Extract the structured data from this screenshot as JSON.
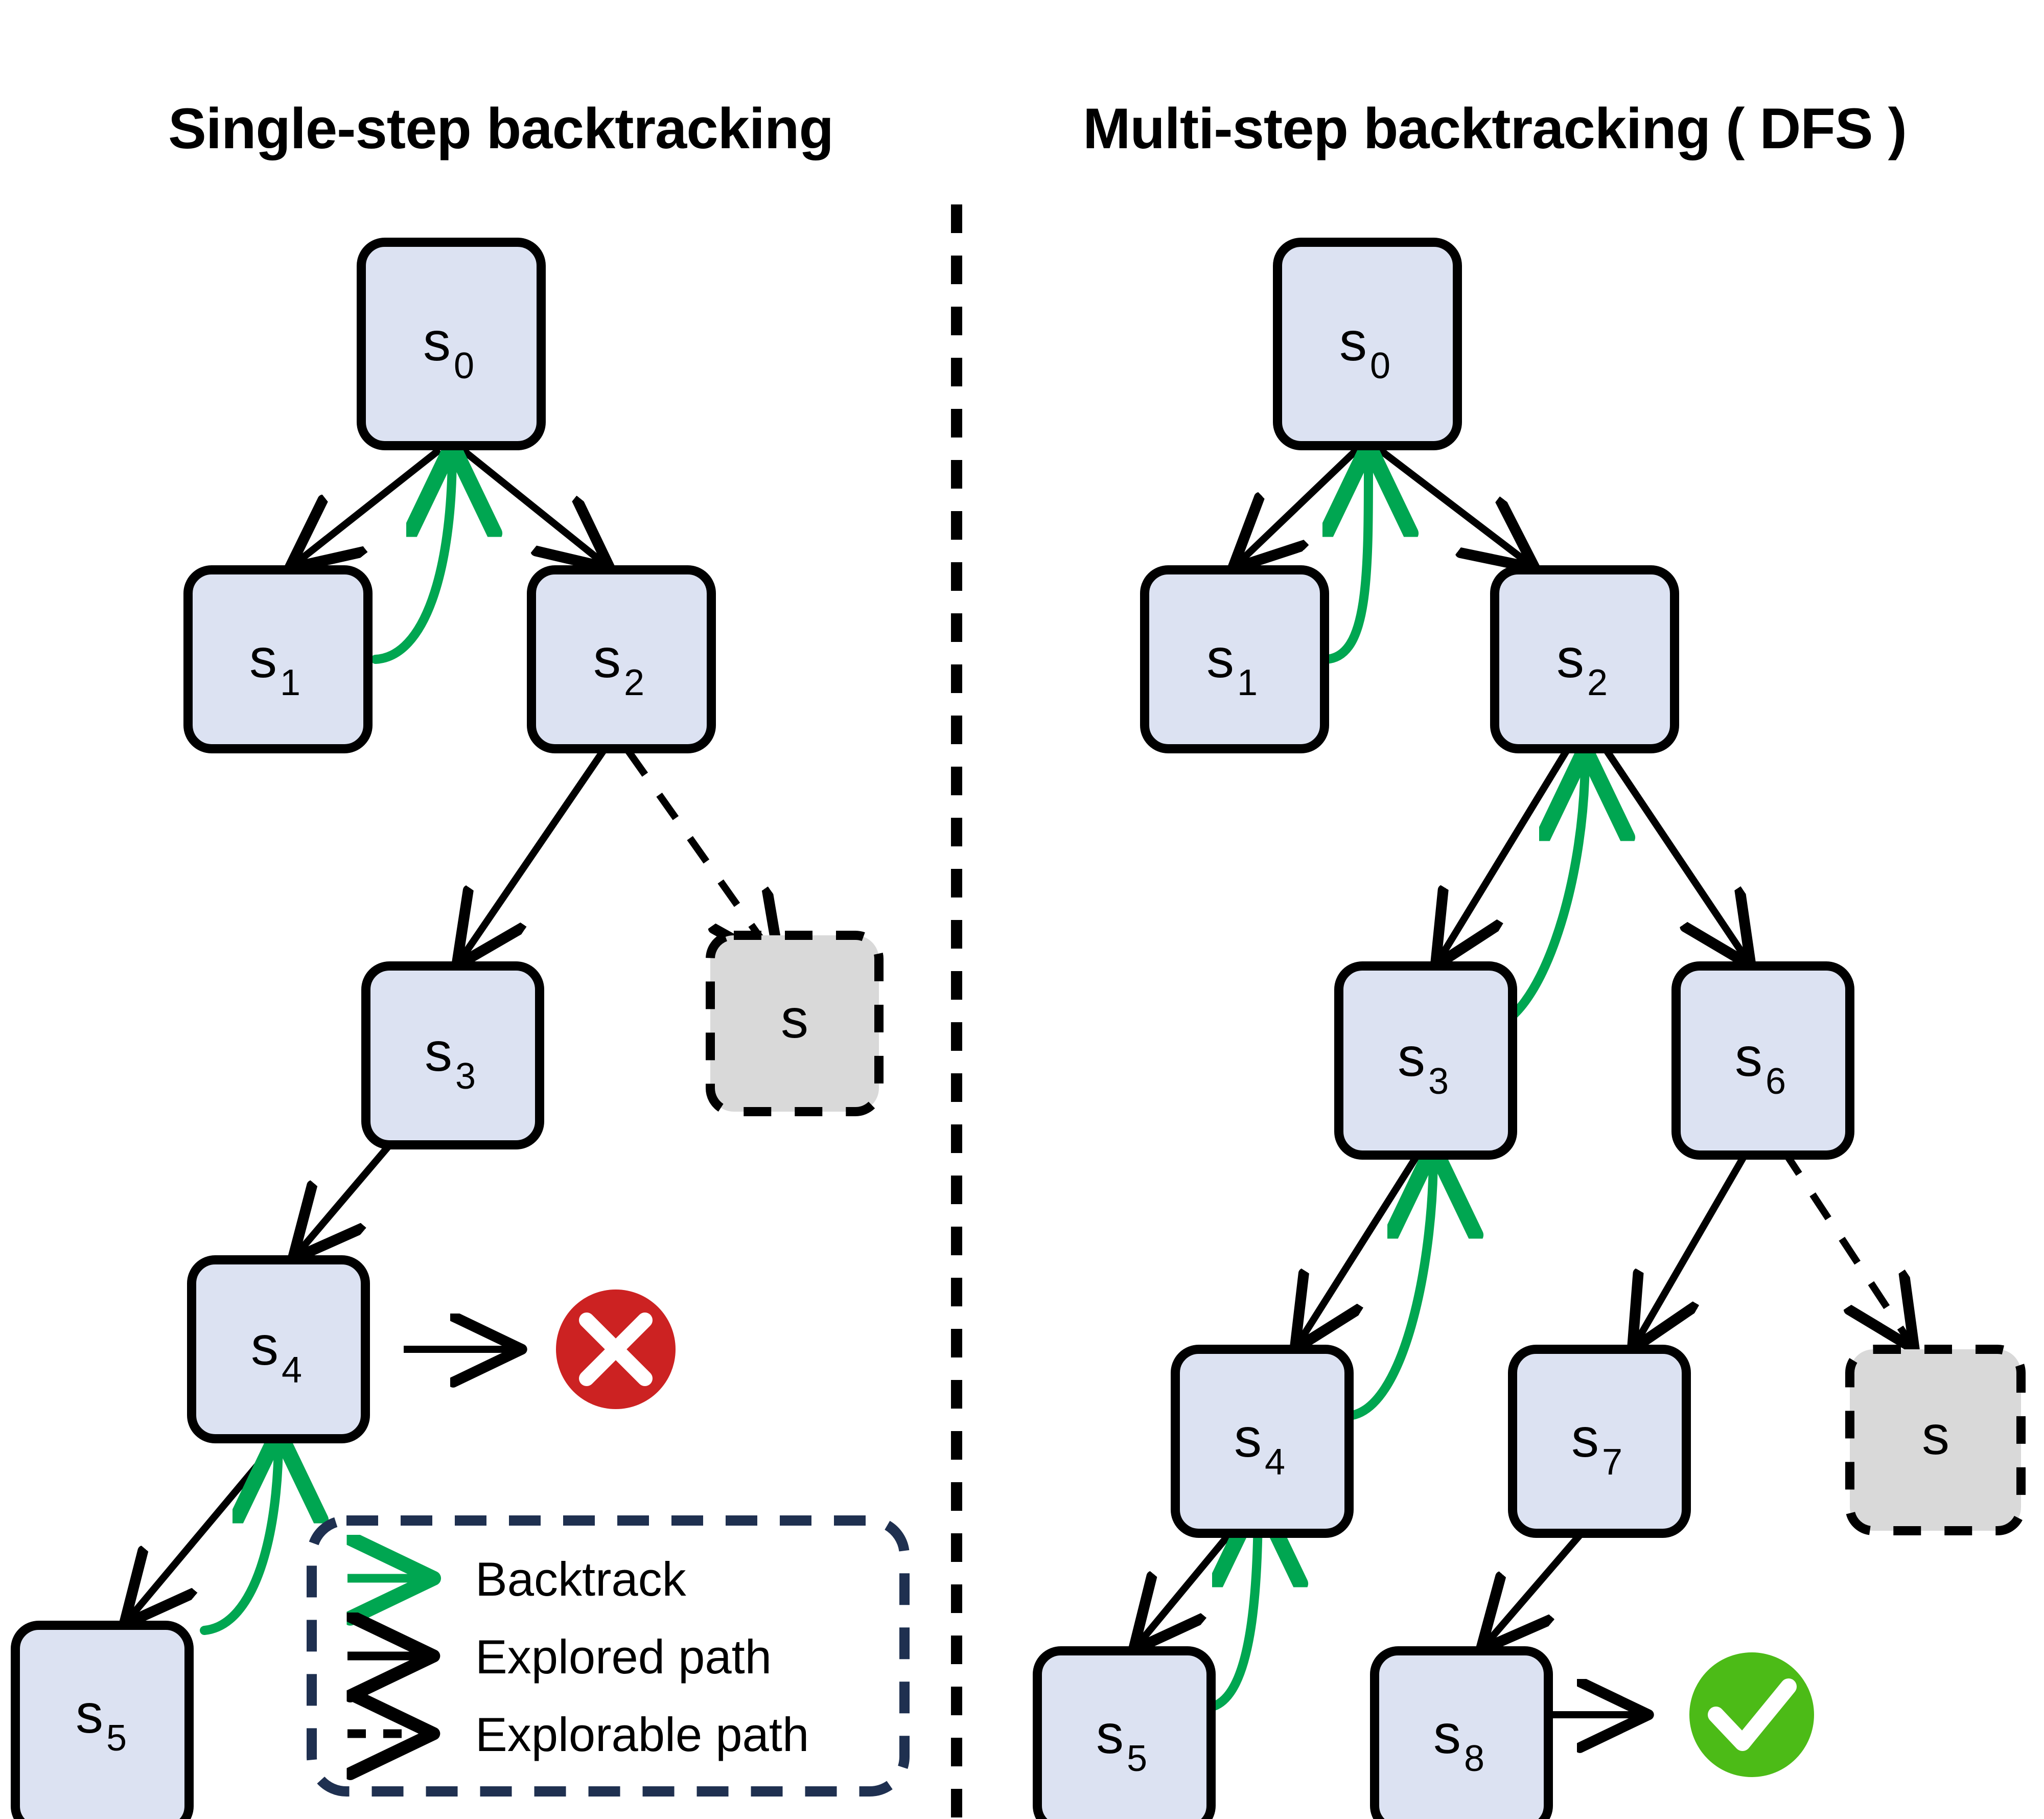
{
  "panels": [
    {
      "id": "single-step",
      "title": "Single-step backtracking",
      "nodes": [
        {
          "id": "s0",
          "base": "s",
          "sub": "0",
          "kind": "explored"
        },
        {
          "id": "s1",
          "base": "s",
          "sub": "1",
          "kind": "explored"
        },
        {
          "id": "s2",
          "base": "s",
          "sub": "2",
          "kind": "explored"
        },
        {
          "id": "s3",
          "base": "s",
          "sub": "3",
          "kind": "explored"
        },
        {
          "id": "s4",
          "base": "s",
          "sub": "4",
          "kind": "explored"
        },
        {
          "id": "s5",
          "base": "s",
          "sub": "5",
          "kind": "explored"
        },
        {
          "id": "sx",
          "base": "s",
          "sub": "",
          "kind": "explorable"
        }
      ],
      "edges": [
        {
          "from": "s0",
          "to": "s1",
          "type": "explored"
        },
        {
          "from": "s0",
          "to": "s2",
          "type": "explored"
        },
        {
          "from": "s2",
          "to": "s3",
          "type": "explored"
        },
        {
          "from": "s2",
          "to": "sx",
          "type": "explorable"
        },
        {
          "from": "s3",
          "to": "s4",
          "type": "explored"
        },
        {
          "from": "s4",
          "to": "s5",
          "type": "explored"
        },
        {
          "from": "s1",
          "to": "s0",
          "type": "backtrack"
        },
        {
          "from": "s5",
          "to": "s4",
          "type": "backtrack"
        }
      ],
      "outcome": {
        "node": "s4",
        "status": "fail",
        "symbol": "cross"
      }
    },
    {
      "id": "multi-step",
      "title": "Multi-step backtracking ( DFS )",
      "nodes": [
        {
          "id": "s0",
          "base": "s",
          "sub": "0",
          "kind": "explored"
        },
        {
          "id": "s1",
          "base": "s",
          "sub": "1",
          "kind": "explored"
        },
        {
          "id": "s2",
          "base": "s",
          "sub": "2",
          "kind": "explored"
        },
        {
          "id": "s3",
          "base": "s",
          "sub": "3",
          "kind": "explored"
        },
        {
          "id": "s6",
          "base": "s",
          "sub": "6",
          "kind": "explored"
        },
        {
          "id": "s4",
          "base": "s",
          "sub": "4",
          "kind": "explored"
        },
        {
          "id": "s7",
          "base": "s",
          "sub": "7",
          "kind": "explored"
        },
        {
          "id": "sx",
          "base": "s",
          "sub": "",
          "kind": "explorable"
        },
        {
          "id": "s5",
          "base": "s",
          "sub": "5",
          "kind": "explored"
        },
        {
          "id": "s8",
          "base": "s",
          "sub": "8",
          "kind": "explored"
        }
      ],
      "edges": [
        {
          "from": "s0",
          "to": "s1",
          "type": "explored"
        },
        {
          "from": "s0",
          "to": "s2",
          "type": "explored"
        },
        {
          "from": "s2",
          "to": "s3",
          "type": "explored"
        },
        {
          "from": "s2",
          "to": "s6",
          "type": "explored"
        },
        {
          "from": "s3",
          "to": "s4",
          "type": "explored"
        },
        {
          "from": "s6",
          "to": "s7",
          "type": "explored"
        },
        {
          "from": "s6",
          "to": "sx",
          "type": "explorable"
        },
        {
          "from": "s4",
          "to": "s5",
          "type": "explored"
        },
        {
          "from": "s7",
          "to": "s8",
          "type": "explored"
        },
        {
          "from": "s1",
          "to": "s0",
          "type": "backtrack"
        },
        {
          "from": "s3",
          "to": "s2",
          "type": "backtrack"
        },
        {
          "from": "s4",
          "to": "s3",
          "type": "backtrack"
        },
        {
          "from": "s5",
          "to": "s4",
          "type": "backtrack"
        }
      ],
      "outcome": {
        "node": "s8",
        "status": "success",
        "symbol": "check"
      }
    }
  ],
  "legend": {
    "items": [
      {
        "label": "Backtrack",
        "style": "green-solid-arrow"
      },
      {
        "label": "Explored path",
        "style": "black-solid-arrow"
      },
      {
        "label": "Explorable path",
        "style": "black-dashed-arrow"
      }
    ],
    "border_color": "#1f3050"
  },
  "colors": {
    "node_fill": "#dce2f2",
    "node_stroke": "#000000",
    "explorable_fill": "#d9d9d9",
    "backtrack_green": "#00a651",
    "success_green": "#4cbb17",
    "fail_red": "#cc2222",
    "divider": "#000000",
    "legend_border": "#1f3050",
    "background": "#ffffff"
  },
  "divider": {
    "orientation": "vertical",
    "style": "dashed"
  }
}
